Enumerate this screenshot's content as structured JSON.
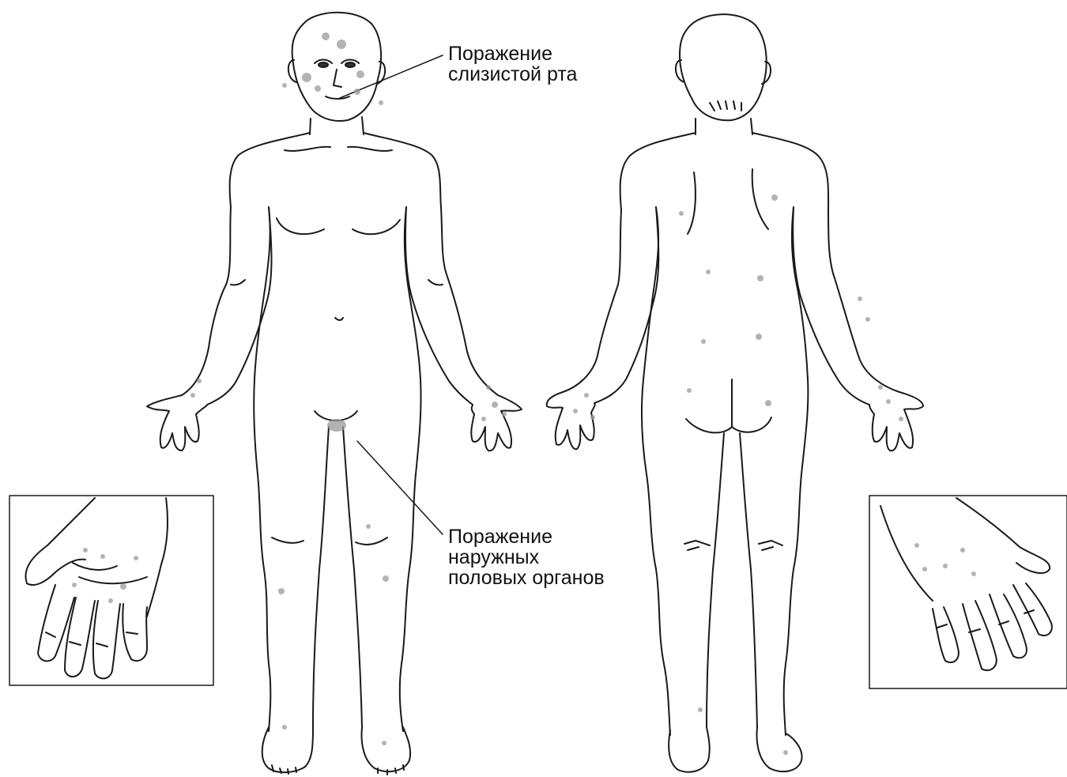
{
  "labels": {
    "mouth": {
      "line1": "Поражение",
      "line2": "слизистой рта"
    },
    "genital": {
      "line1": "Поражение",
      "line2": "наружных",
      "line3": "половых органов"
    }
  },
  "colors": {
    "outline": "#1a1a1a",
    "lesion": "#9a9a9a",
    "background": "#ffffff"
  }
}
